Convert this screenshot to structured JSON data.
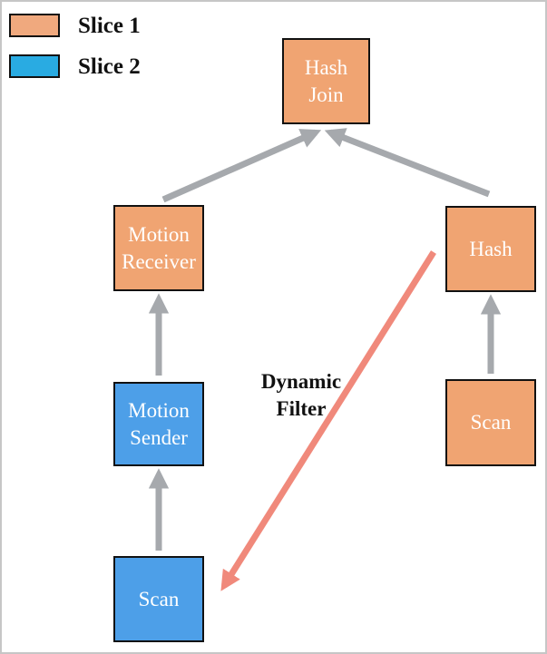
{
  "legend": {
    "items": [
      {
        "label": "Slice 1",
        "color": "#F0A97E"
      },
      {
        "label": "Slice 2",
        "color": "#29ABE2"
      }
    ]
  },
  "nodes": {
    "hash_join": {
      "label": "Hash Join",
      "slice": "Slice 1"
    },
    "motion_receiver": {
      "label": "Motion Receiver",
      "slice": "Slice 1"
    },
    "hash": {
      "label": "Hash",
      "slice": "Slice 1"
    },
    "motion_sender": {
      "label": "Motion Sender",
      "slice": "Slice 2"
    },
    "scan_right": {
      "label": "Scan",
      "slice": "Slice 1"
    },
    "scan_left": {
      "label": "Scan",
      "slice": "Slice 2"
    }
  },
  "edges": [
    {
      "from": "Motion Receiver",
      "to": "Hash Join",
      "type": "flow"
    },
    {
      "from": "Hash",
      "to": "Hash Join",
      "type": "flow"
    },
    {
      "from": "Motion Sender",
      "to": "Motion Receiver",
      "type": "flow"
    },
    {
      "from": "Scan (Slice 2)",
      "to": "Motion Sender",
      "type": "flow"
    },
    {
      "from": "Scan (Slice 1)",
      "to": "Hash",
      "type": "flow"
    },
    {
      "from": "Hash",
      "to": "Scan (Slice 2)",
      "type": "dynamic-filter",
      "label": "Dynamic Filter"
    }
  ],
  "annotations": {
    "dynamic_filter": "Dynamic Filter"
  },
  "colors": {
    "slice1_fill": "#F0A472",
    "slice2_fill": "#4D9FE8",
    "legend_slice1_fill": "#F0A97E",
    "legend_slice2_fill": "#29ABE2",
    "arrow_gray": "#A6A9AD",
    "arrow_red": "#F0897B",
    "node_border": "#111111",
    "node_text": "#FFFFFF"
  }
}
